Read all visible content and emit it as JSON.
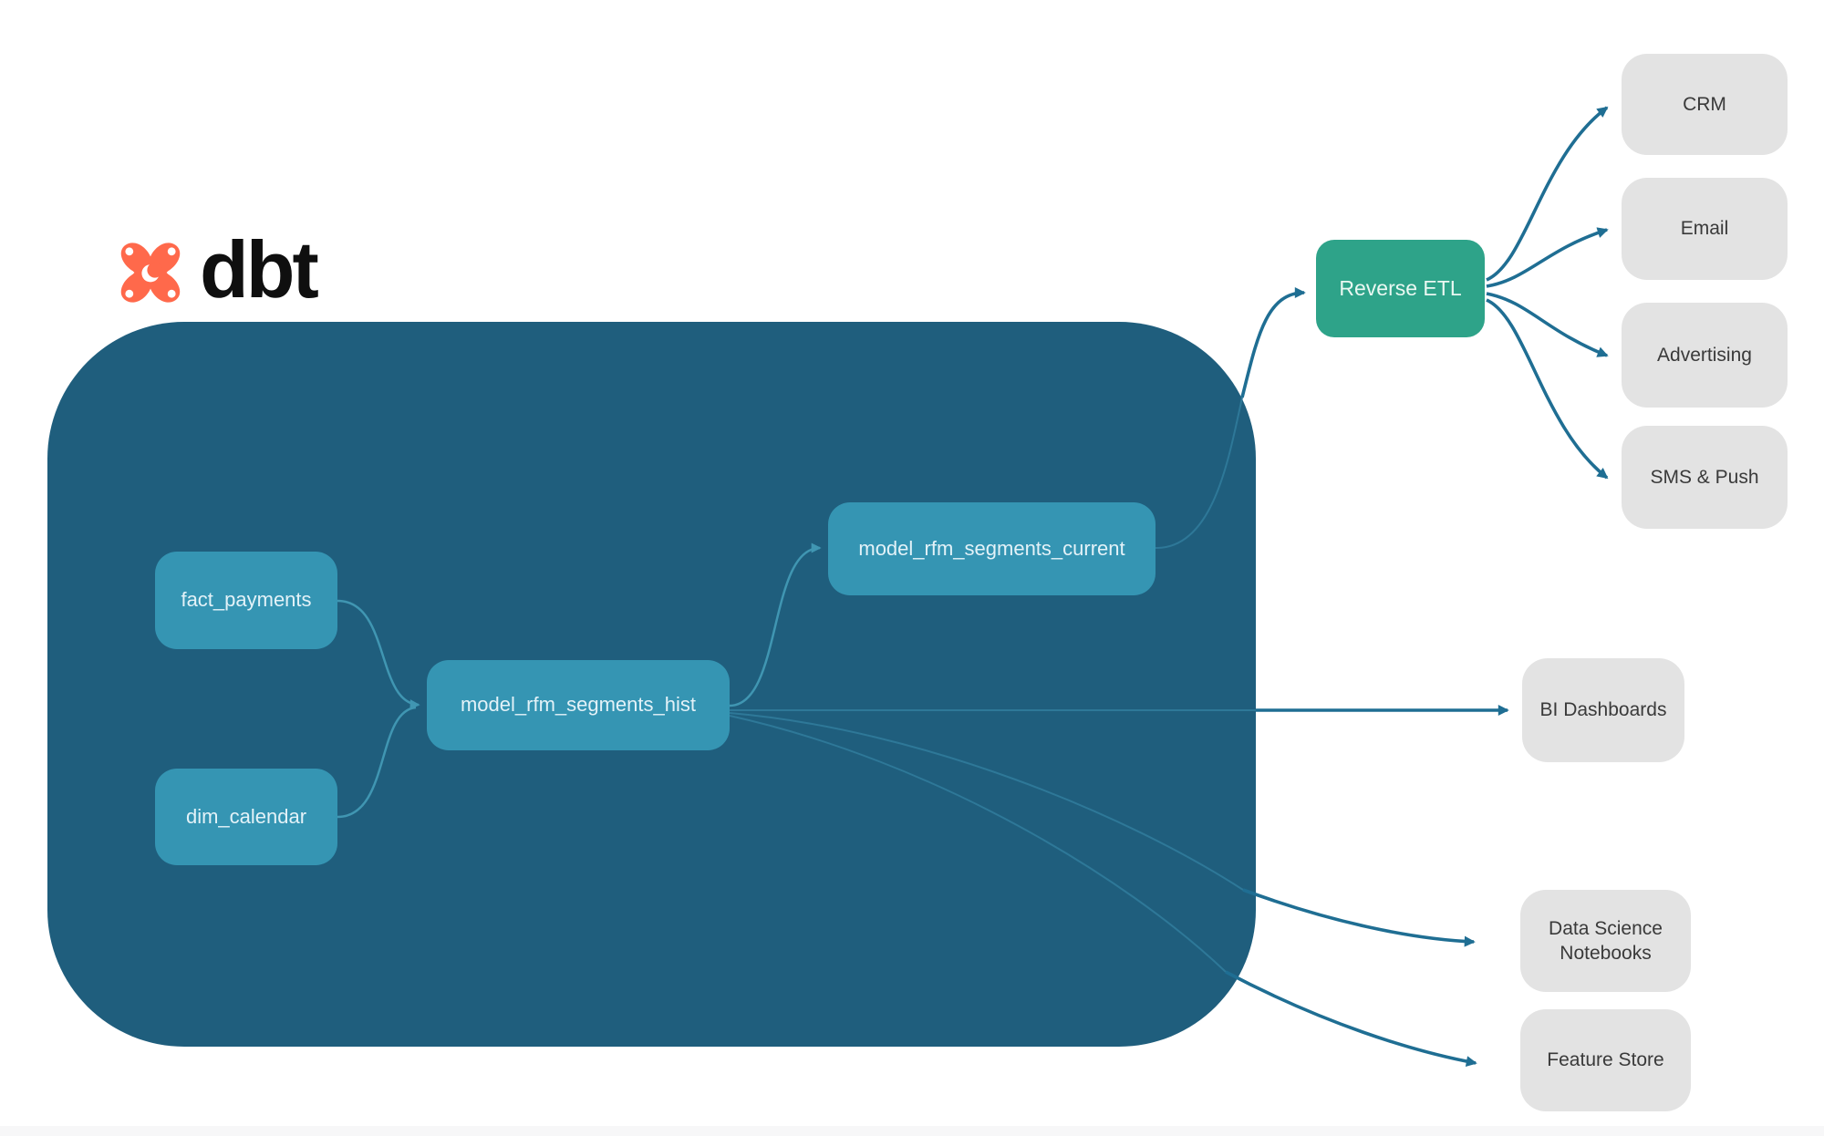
{
  "brand": {
    "name": "dbt"
  },
  "colors": {
    "container_bg": "#1F5E7D",
    "model_node_bg": "#3595B3",
    "reverse_etl_bg": "#2EA389",
    "destination_bg": "#E3E3E3",
    "connector_outside": "#1F6E93",
    "connector_inside": "#4096B2",
    "logo_orange": "#FF694B",
    "logo_text": "#0F0F0F"
  },
  "nodes": {
    "fact_payments": {
      "label": "fact_payments"
    },
    "dim_calendar": {
      "label": "dim_calendar"
    },
    "model_rfm_segments_hist": {
      "label": "model_rfm_segments_hist"
    },
    "model_rfm_segments_current": {
      "label": "model_rfm_segments_current"
    },
    "reverse_etl": {
      "label": "Reverse ETL"
    },
    "crm": {
      "label": "CRM"
    },
    "email": {
      "label": "Email"
    },
    "advertising": {
      "label": "Advertising"
    },
    "sms_push": {
      "label": "SMS & Push"
    },
    "bi_dashboards": {
      "label": "BI Dashboards"
    },
    "data_science_notebooks": {
      "label": "Data Science Notebooks"
    },
    "feature_store": {
      "label": "Feature Store"
    }
  },
  "edges": [
    {
      "from": "fact_payments",
      "to": "model_rfm_segments_hist"
    },
    {
      "from": "dim_calendar",
      "to": "model_rfm_segments_hist"
    },
    {
      "from": "model_rfm_segments_hist",
      "to": "model_rfm_segments_current"
    },
    {
      "from": "model_rfm_segments_current",
      "to": "reverse_etl"
    },
    {
      "from": "reverse_etl",
      "to": "crm"
    },
    {
      "from": "reverse_etl",
      "to": "email"
    },
    {
      "from": "reverse_etl",
      "to": "advertising"
    },
    {
      "from": "reverse_etl",
      "to": "sms_push"
    },
    {
      "from": "model_rfm_segments_hist",
      "to": "bi_dashboards"
    },
    {
      "from": "model_rfm_segments_hist",
      "to": "data_science_notebooks"
    },
    {
      "from": "model_rfm_segments_hist",
      "to": "feature_store"
    }
  ]
}
